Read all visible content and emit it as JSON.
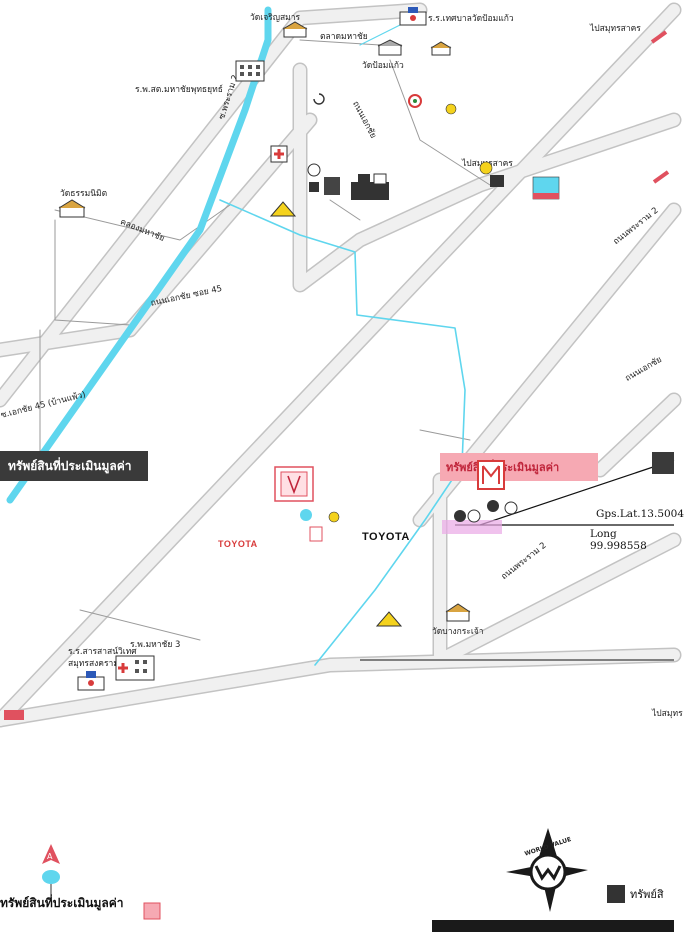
{
  "map": {
    "labels": {
      "wat_charoen": "วัดเจริญสมาร",
      "school_top": "ร.ร.เทศบาลวัดป้อมแก้ว",
      "market": "ตลาดมหาชัย",
      "wat_pom_kaew": "วัดป้อมแก้ว",
      "to_samut_sakhon_top": "ไปสมุทรสาคร",
      "health_center": "ร.พ.สต.มหาชัยพุทธยุทธ์",
      "to_samut_sakhon_mid": "ไปสมุทรสาคร",
      "wat_thammanimit": "วัดธรรมนิมิต",
      "canal_label": "คลองมหาชัย",
      "road_left_upper": "ถนนเอกชัย ซอย 45",
      "road_left_mid": "ซ.เอกชัย 45 (บ้านแพ้ว)",
      "school_bottom": "ร.ร.สารสาสน์วิเทศ",
      "school_bottom_2": "สมุทรสงคราม",
      "hospital_bottom": "ร.พ.มหาชัย 3",
      "wat_bottom": "วัดบางกระเจ้า",
      "road_right_1": "ถนนพระราม 2",
      "road_right_2": "ถนนเอกชัย",
      "road_right_3": "ถนนพระราม 2",
      "road_mid_vertical": "ซ.พระราม 2",
      "road_center": "ถนนเอกชัย",
      "toyota_left": "TOYOTA",
      "toyota_right": "TOYOTA",
      "to_right_bottom": "ไปสมุทร"
    },
    "left_header": "ทรัพย์สินที่ประเมินมูลค่า",
    "subject_label": "ทรัพย์สินที่ประเมินมูลค่า",
    "coords": {
      "lat": "Gps.Lat.13.5004",
      "long": "Long 99.998558"
    },
    "legend": {
      "subject": "ทรัพย์สินที่ประเมินมูลค่า",
      "right_cut": "ทรัพย์สิ"
    },
    "logo_text": "WORLD VALUE",
    "colors": {
      "canal": "#5fd6ee",
      "road": "#e9e9e9",
      "road_edge": "#bdbdbd",
      "header_bg": "#3a3a3a",
      "subject_box": "#f6a9b3",
      "subject_text": "#c0253b",
      "subject_outline": "#e0515f"
    },
    "icons": [
      "temple-icon",
      "school-icon",
      "market-icon",
      "hospital-icon",
      "building-icon",
      "gas-station-icon",
      "bank-icon",
      "north-arrow-icon",
      "company-logo"
    ]
  }
}
